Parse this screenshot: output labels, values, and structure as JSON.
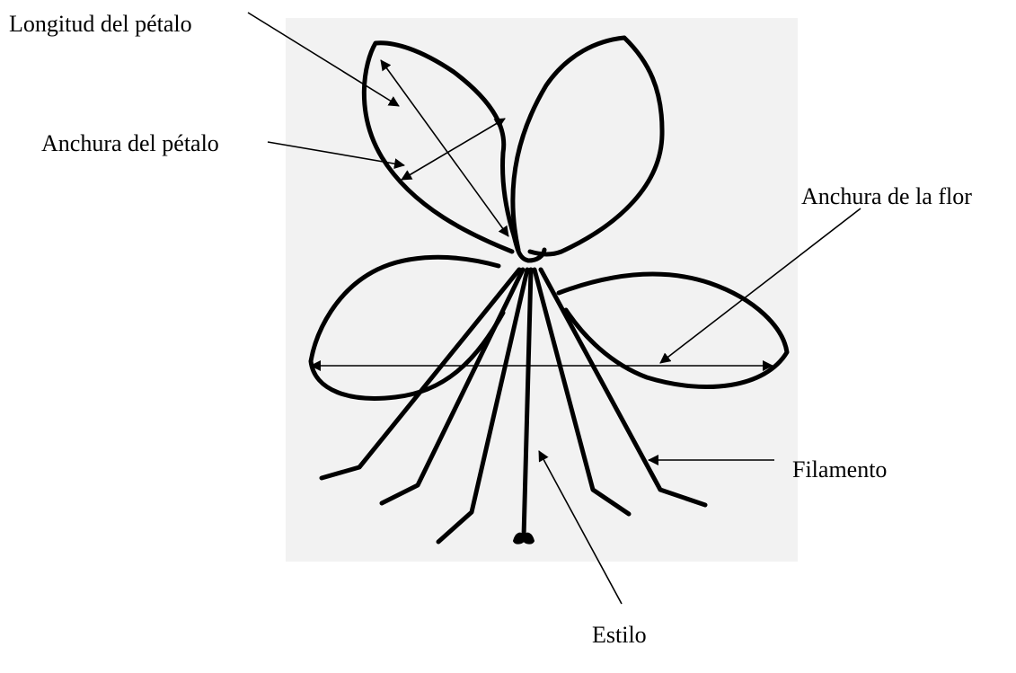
{
  "labels": {
    "petal_length": "Longitud del pétalo",
    "petal_width": "Anchura del pétalo",
    "flower_width": "Anchura de la flor",
    "filament": "Filamento",
    "style": "Estilo"
  },
  "colors": {
    "background": "#ffffff",
    "drawing_panel": "#f2f2f2",
    "ink": "#000000"
  }
}
